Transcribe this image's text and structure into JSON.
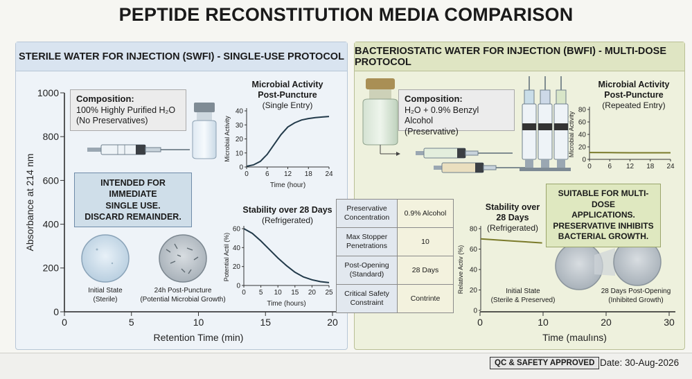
{
  "title": "PEPTIDE RECONSTITUTION MEDIA COMPARISON",
  "left": {
    "header": "STERILE WATER FOR INJECTION (SWFI) - SINGLE-USE PROTOCOL",
    "composition_title": "Composition:",
    "composition_line1": "100% Highly Purified H₂O",
    "composition_line2": "(No Preservatives)",
    "callout_line1": "INTENDED FOR IMMEDIATE",
    "callout_line2": "SINGLE USE.",
    "callout_line3": "DISCARD REMAINDER.",
    "image1_caption_line1": "Initial State",
    "image1_caption_line2": "(Sterile)",
    "image2_caption_line1": "24h Post-Puncture",
    "image2_caption_line2": "(Potential Microbial Growth)",
    "microbial_title_line1": "Microbial Activity",
    "microbial_title_line2": "Post-Puncture",
    "microbial_subtitle": "(Single Entry)",
    "stability_title": "Stability over 28 Days",
    "stability_subtitle": "(Refrigerated)"
  },
  "right": {
    "header": "BACTERIOSTATIC WATER FOR INJECTION (BWFI) - MULTI-DOSE PROTOCOL",
    "composition_title": "Composition:",
    "composition_line1": "H₂O + 0.9% Benzyl Alcohol",
    "composition_line2": "(Preservative)",
    "callout_line1": "SUITABLE FOR MULTI-DOSE",
    "callout_line2": "APPLICATIONS.",
    "callout_line3": "PRESERVATIVE INHIBITS",
    "callout_line4": "BACTERIAL GROWTH.",
    "image1_caption_line1": "Initial State",
    "image1_caption_line2": "(Sterile & Preserved)",
    "image2_caption_line1": "28 Days Post-Opening",
    "image2_caption_line2": "(Inhibited Growth)",
    "microbial_title_line1": "Microbial Activity",
    "microbial_title_line2": "Post-Puncture",
    "microbial_subtitle": "(Repeated Entry)",
    "stability_title_line1": "Stability over",
    "stability_title_line2": "28 Days",
    "stability_subtitle": "(Refrigerated)"
  },
  "table": {
    "rows": [
      {
        "k1": "Preservative",
        "k2": "Concentration",
        "v": "0.9% Alcohol"
      },
      {
        "k1": "Max Stopper",
        "k2": "Penetrations",
        "v": "10"
      },
      {
        "k1": "Post-Opening",
        "k2": "(Standard)",
        "v": "28 Days"
      },
      {
        "k1": "Critical Safety",
        "k2": "Constraint",
        "v": "Contrinte"
      }
    ]
  },
  "footer": {
    "badge": "QC & SAFETY APPROVED",
    "date": "Date: 30-Aug-2026"
  },
  "colors": {
    "left_bg": "#eef3f8",
    "right_bg": "#eef1dd",
    "curve_dark": "#223a4a",
    "curve_olive": "#7a7a2a"
  },
  "chart_data": [
    {
      "type": "line",
      "name": "background-left",
      "xlabel": "Retention Time (min)",
      "ylabel": "Absorbance at 214 nm",
      "xlim": [
        0,
        20
      ],
      "ylim": [
        0,
        1000
      ],
      "xticks": [
        0,
        5,
        10,
        15,
        20
      ],
      "yticks": [
        0,
        200,
        400,
        600,
        800,
        1000
      ]
    },
    {
      "type": "line",
      "name": "background-right",
      "xlabel": "Time (maulıns)",
      "xlim": [
        0,
        30
      ],
      "xticks": [
        0,
        10,
        20,
        30
      ]
    },
    {
      "type": "line",
      "name": "swfi-microbial",
      "xlabel": "Time (hour)",
      "ylabel": "Microbial Activity",
      "xlim": [
        0,
        24
      ],
      "ylim": [
        0,
        40
      ],
      "xticks": [
        0,
        6,
        12,
        18,
        24
      ],
      "yticks": [
        0,
        10,
        20,
        30,
        40
      ],
      "x": [
        0,
        2,
        4,
        6,
        8,
        10,
        12,
        14,
        16,
        18,
        20,
        22,
        24
      ],
      "y": [
        0.5,
        1.5,
        4,
        9,
        16,
        23,
        28.5,
        31.5,
        33.5,
        34.5,
        35.2,
        35.6,
        36
      ]
    },
    {
      "type": "line",
      "name": "swfi-stability",
      "xlabel": "Time (hours)",
      "ylabel": "Potential Actil (%)",
      "xlim": [
        0,
        25
      ],
      "ylim": [
        0,
        60
      ],
      "xticks": [
        0,
        5,
        10,
        15,
        20,
        25
      ],
      "yticks": [
        0,
        20,
        40,
        60
      ],
      "x": [
        0,
        2.5,
        5,
        7.5,
        10,
        12.5,
        15,
        17.5,
        20,
        22.5,
        25
      ],
      "y": [
        60,
        55,
        47,
        38,
        29,
        21,
        14,
        9,
        6,
        4,
        3
      ]
    },
    {
      "type": "line",
      "name": "bwfi-microbial",
      "ylabel": "Microbial Activity",
      "xlim": [
        0,
        24
      ],
      "ylim": [
        0,
        80
      ],
      "xticks": [
        0,
        6,
        12,
        18,
        24
      ],
      "yticks": [
        0,
        20,
        40,
        60,
        80
      ],
      "x": [
        0,
        6,
        12,
        18,
        24
      ],
      "y": [
        11,
        10.8,
        10.6,
        10.5,
        10.5
      ]
    },
    {
      "type": "line",
      "name": "bwfi-stability",
      "ylabel": "Relative Activ (%)",
      "xlim": [
        0,
        13
      ],
      "ylim": [
        0,
        80
      ],
      "yticks": [
        0,
        20,
        40,
        60,
        80
      ],
      "x": [
        0,
        3,
        6,
        9,
        12
      ],
      "y": [
        70,
        69,
        68,
        67,
        66
      ]
    }
  ]
}
